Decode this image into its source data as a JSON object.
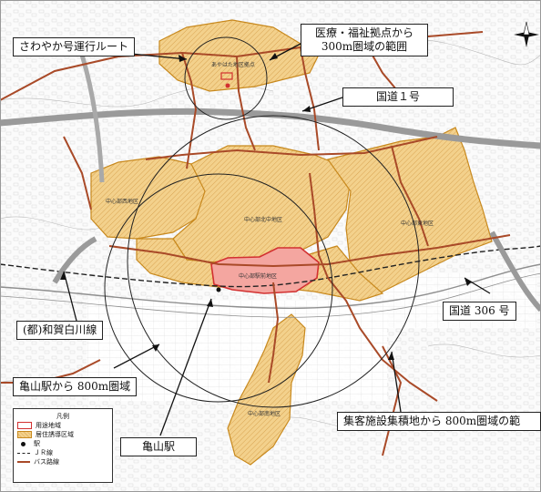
{
  "callouts": {
    "sawayaka": "さわやか号運行ルート",
    "medical_line1": "医療・福祉拠点から",
    "medical_line2": "300m圏域の範囲",
    "route1": "国道１号",
    "route306": "国道 306 号",
    "wagahakusen": "(都)和賀白川線",
    "station_circle": "亀山駅から 800m圏域",
    "station": "亀山駅",
    "facility_circle": "集客施設集積地から 800m圏域の範"
  },
  "map_labels": {
    "ayahata": "あやはた地区拠点",
    "west": "中心部西地区",
    "central_north": "中心部北中地区",
    "east": "中心部東地区",
    "station_area": "中心部駅前地区",
    "south": "中心部南地区"
  },
  "legend": {
    "title": "凡例",
    "items": [
      "用途地域",
      "居住誘導区域",
      "駅",
      "ＪＲ線",
      "バス路線"
    ]
  },
  "colors": {
    "residential_fill": "#f3d18c",
    "residential_border": "#c8891e",
    "urban_center": "#f4a6a0",
    "bus_route": "#a94a28",
    "national_road": "#9a9a9a"
  },
  "icons": {
    "compass": "north-compass-icon"
  }
}
